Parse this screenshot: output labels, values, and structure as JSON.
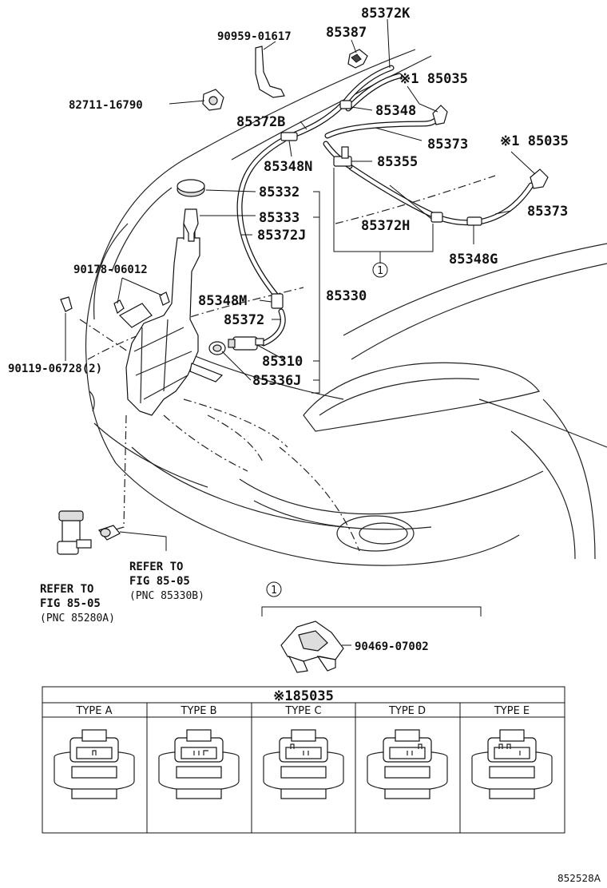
{
  "labels": {
    "p85372K": "85372K",
    "p90959": "90959-01617",
    "p85387": "85387",
    "p85035a": "※1 85035",
    "p82711": "82711-16790",
    "p85348": "85348",
    "p85372B": "85372B",
    "p85373a": "85373",
    "p85035b": "※1 85035",
    "p85348N": "85348N",
    "p85355": "85355",
    "p85332": "85332",
    "p85373b": "85373",
    "p85333": "85333",
    "p85372H": "85372H",
    "p85372J": "85372J",
    "p85348G": "85348G",
    "p90178": "90178-06012",
    "p85348M": "85348M",
    "p85330": "85330",
    "p85372": "85372",
    "p85310": "85310",
    "p90119": "90119-06728(2)",
    "p85336J": "85336J",
    "p90469": "90469-07002",
    "callout1a": "1",
    "callout1b": "1"
  },
  "refs": {
    "left": {
      "line1": "REFER TO",
      "line2": "FIG 85-05",
      "line3": "(PNC 85280A)"
    },
    "right": {
      "line1": "REFER TO",
      "line2": "FIG 85-05",
      "line3": "(PNC 85330B)"
    }
  },
  "type_table": {
    "title": "※185035",
    "types": [
      "TYPE A",
      "TYPE B",
      "TYPE C",
      "TYPE D",
      "TYPE E"
    ]
  },
  "drawing_code": "852528A"
}
